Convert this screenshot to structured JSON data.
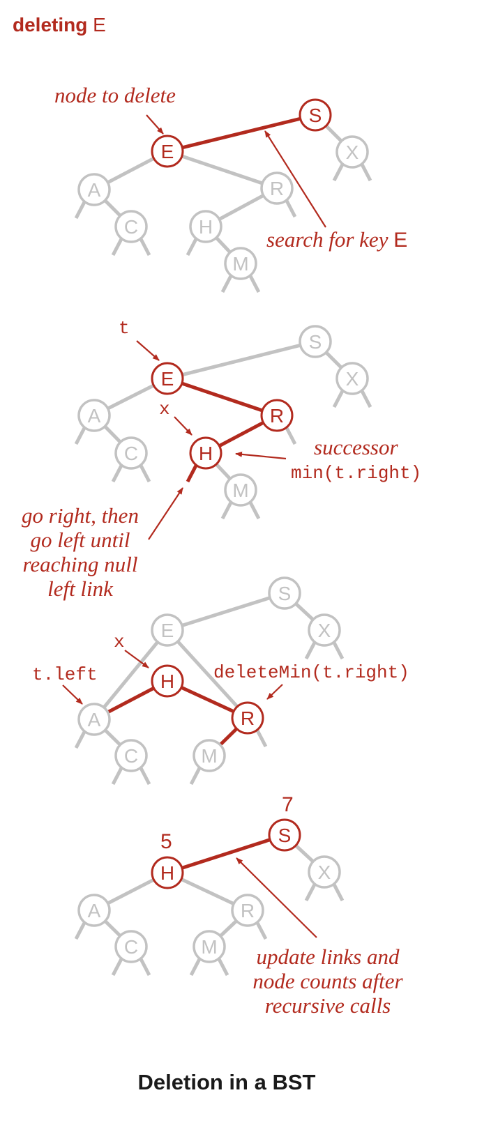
{
  "heading": {
    "prefix": "deleting",
    "key": "E"
  },
  "caption": "Deletion in a BST",
  "colors": {
    "highlight": "#b22a1e",
    "inactive": "#c2c2c2",
    "text": "#1a1a1a"
  },
  "panels": [
    {
      "nodes": [
        {
          "id": "p1-E",
          "key": "E",
          "hl": true
        },
        {
          "id": "p1-S",
          "key": "S",
          "hl": true
        },
        {
          "id": "p1-X",
          "key": "X"
        },
        {
          "id": "p1-A",
          "key": "A"
        },
        {
          "id": "p1-R",
          "key": "R"
        },
        {
          "id": "p1-C",
          "key": "C"
        },
        {
          "id": "p1-H",
          "key": "H"
        },
        {
          "id": "p1-M",
          "key": "M"
        }
      ],
      "labels": {
        "node_to_delete": "node to delete",
        "search_for_key": "search for key",
        "search_key": "E"
      }
    },
    {
      "nodes": [
        {
          "id": "p2-S",
          "key": "S"
        },
        {
          "id": "p2-E",
          "key": "E",
          "hl": true
        },
        {
          "id": "p2-X",
          "key": "X"
        },
        {
          "id": "p2-A",
          "key": "A"
        },
        {
          "id": "p2-R",
          "key": "R",
          "hl": true
        },
        {
          "id": "p2-C",
          "key": "C"
        },
        {
          "id": "p2-H",
          "key": "H",
          "hl": true
        },
        {
          "id": "p2-M",
          "key": "M"
        }
      ],
      "labels": {
        "t": "t",
        "x": "x",
        "successor": "successor",
        "min_t_right": "min(t.right)",
        "go_right_lines": [
          "go right, then",
          "go left until",
          "reaching null",
          "left link"
        ]
      }
    },
    {
      "nodes": [
        {
          "id": "p3-S",
          "key": "S"
        },
        {
          "id": "p3-E",
          "key": "E"
        },
        {
          "id": "p3-X",
          "key": "X"
        },
        {
          "id": "p3-H",
          "key": "H",
          "hl": true
        },
        {
          "id": "p3-A",
          "key": "A"
        },
        {
          "id": "p3-R",
          "key": "R",
          "hl": true
        },
        {
          "id": "p3-C",
          "key": "C"
        },
        {
          "id": "p3-M",
          "key": "M"
        }
      ],
      "labels": {
        "x": "x",
        "t_left": "t.left",
        "delete_min": "deleteMin(t.right)"
      }
    },
    {
      "nodes": [
        {
          "id": "p4-S",
          "key": "S",
          "hl": true
        },
        {
          "id": "p4-H",
          "key": "H",
          "hl": true
        },
        {
          "id": "p4-X",
          "key": "X"
        },
        {
          "id": "p4-A",
          "key": "A"
        },
        {
          "id": "p4-R",
          "key": "R"
        },
        {
          "id": "p4-C",
          "key": "C"
        },
        {
          "id": "p4-M",
          "key": "M"
        }
      ],
      "labels": {
        "count_S": "7",
        "count_H": "5",
        "update_lines": [
          "update links and",
          "node counts after",
          "recursive calls"
        ]
      }
    }
  ]
}
